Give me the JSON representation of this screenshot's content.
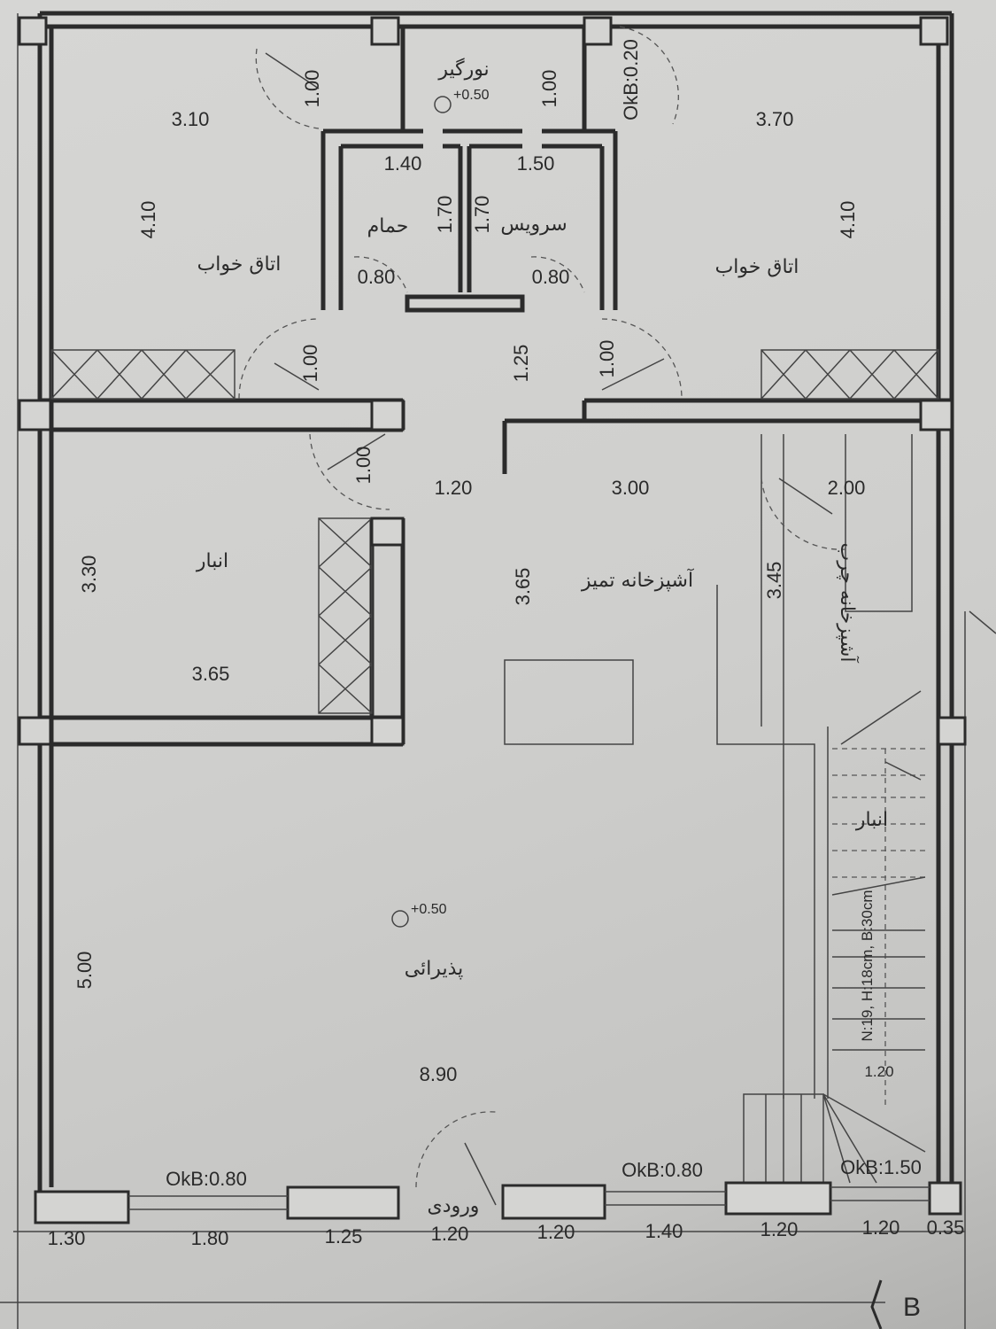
{
  "rooms": {
    "light_well": "نورگیر",
    "bedroom_left": "اتاق خواب",
    "bathroom": "حمام",
    "wc": "سرویس",
    "bedroom_right": "اتاق خواب",
    "storage_left": "انبار",
    "clean_kitchen": "آشپزخانه تمیز",
    "dirty_kitchen": "آشپزخانه چرب",
    "storage_stair": "انبار",
    "reception": "پذیرائی",
    "entrance": "ورودی"
  },
  "levels": {
    "light_well": "+0.50",
    "reception": "+0.50"
  },
  "dimensions": {
    "bed_left_w": "3.10",
    "bed_left_h": "4.10",
    "bed_right_w": "3.70",
    "bed_right_h": "4.10",
    "bath_w": "1.40",
    "bath_h": "1.70",
    "wc_w": "1.50",
    "wc_h": "1.70",
    "bath_door": "0.80",
    "wc_door": "0.80",
    "door_top_left": "1.00",
    "door_top_right": "1.00",
    "okb_top": "OkB:0.20",
    "door_bed_left": "1.00",
    "door_bed_right": "1.00",
    "hall": "1.25",
    "door_storage": "1.00",
    "corridor": "1.20",
    "kitchen_w": "3.00",
    "dirty_kitchen_w": "2.00",
    "storage_h": "3.30",
    "storage_w": "3.65",
    "kitchen_h": "3.65",
    "dirty_kitchen_h": "3.45",
    "reception_h": "5.00",
    "reception_w": "8.90",
    "stair_spec": "N:19, H:18cm, B:30cm",
    "stair_w": "1.20",
    "okb_1": "OkB:0.80",
    "okb_2": "OkB:0.80",
    "okb_3": "OkB:1.50"
  },
  "bottom_chain": [
    "1.30",
    "1.80",
    "1.25",
    "1.20",
    "1.20",
    "1.40",
    "1.20",
    "1.20",
    "0.35"
  ],
  "section_marker": "B"
}
